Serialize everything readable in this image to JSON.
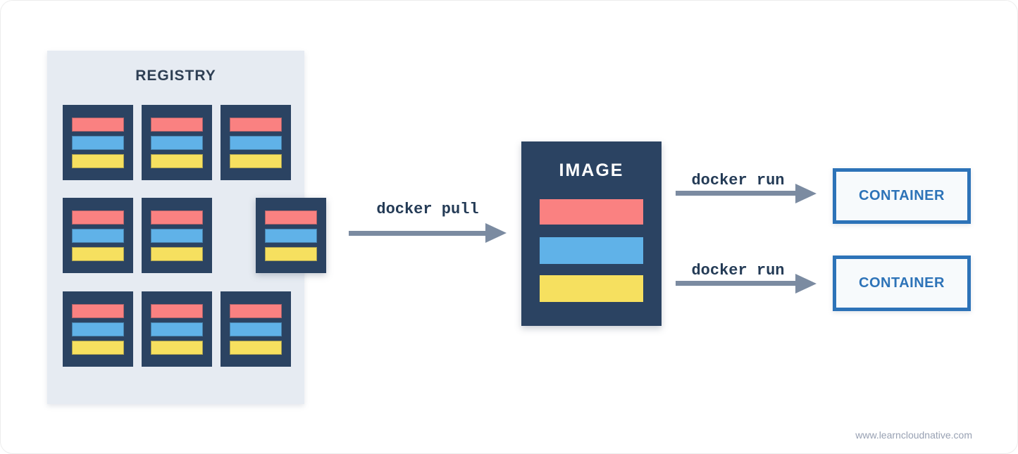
{
  "diagram": {
    "registry": {
      "title": "REGISTRY",
      "tile_count": 9,
      "layers_per_tile": 3,
      "layer_order": [
        "red",
        "blue",
        "yellow"
      ]
    },
    "pull_command": "docker pull",
    "image": {
      "title": "IMAGE"
    },
    "run_commands": [
      "docker run",
      "docker run"
    ],
    "containers": [
      {
        "label": "CONTAINER"
      },
      {
        "label": "CONTAINER"
      }
    ],
    "watermark": "www.learncloudnative.com"
  },
  "colors": {
    "registry_panel_bg": "#e6ebf2",
    "tile_navy": "#2b4362",
    "layer_red": "#fa8181",
    "layer_blue": "#60b2e8",
    "layer_yellow": "#f6e05f",
    "arrow_gray": "#7b8ba1",
    "command_text": "#243b56",
    "title_navy": "#2e3f54",
    "image_title": "#ffffff",
    "container_blue": "#2d73b8",
    "container_bg": "#f7fafc",
    "watermark_gray": "#98a1b3"
  }
}
